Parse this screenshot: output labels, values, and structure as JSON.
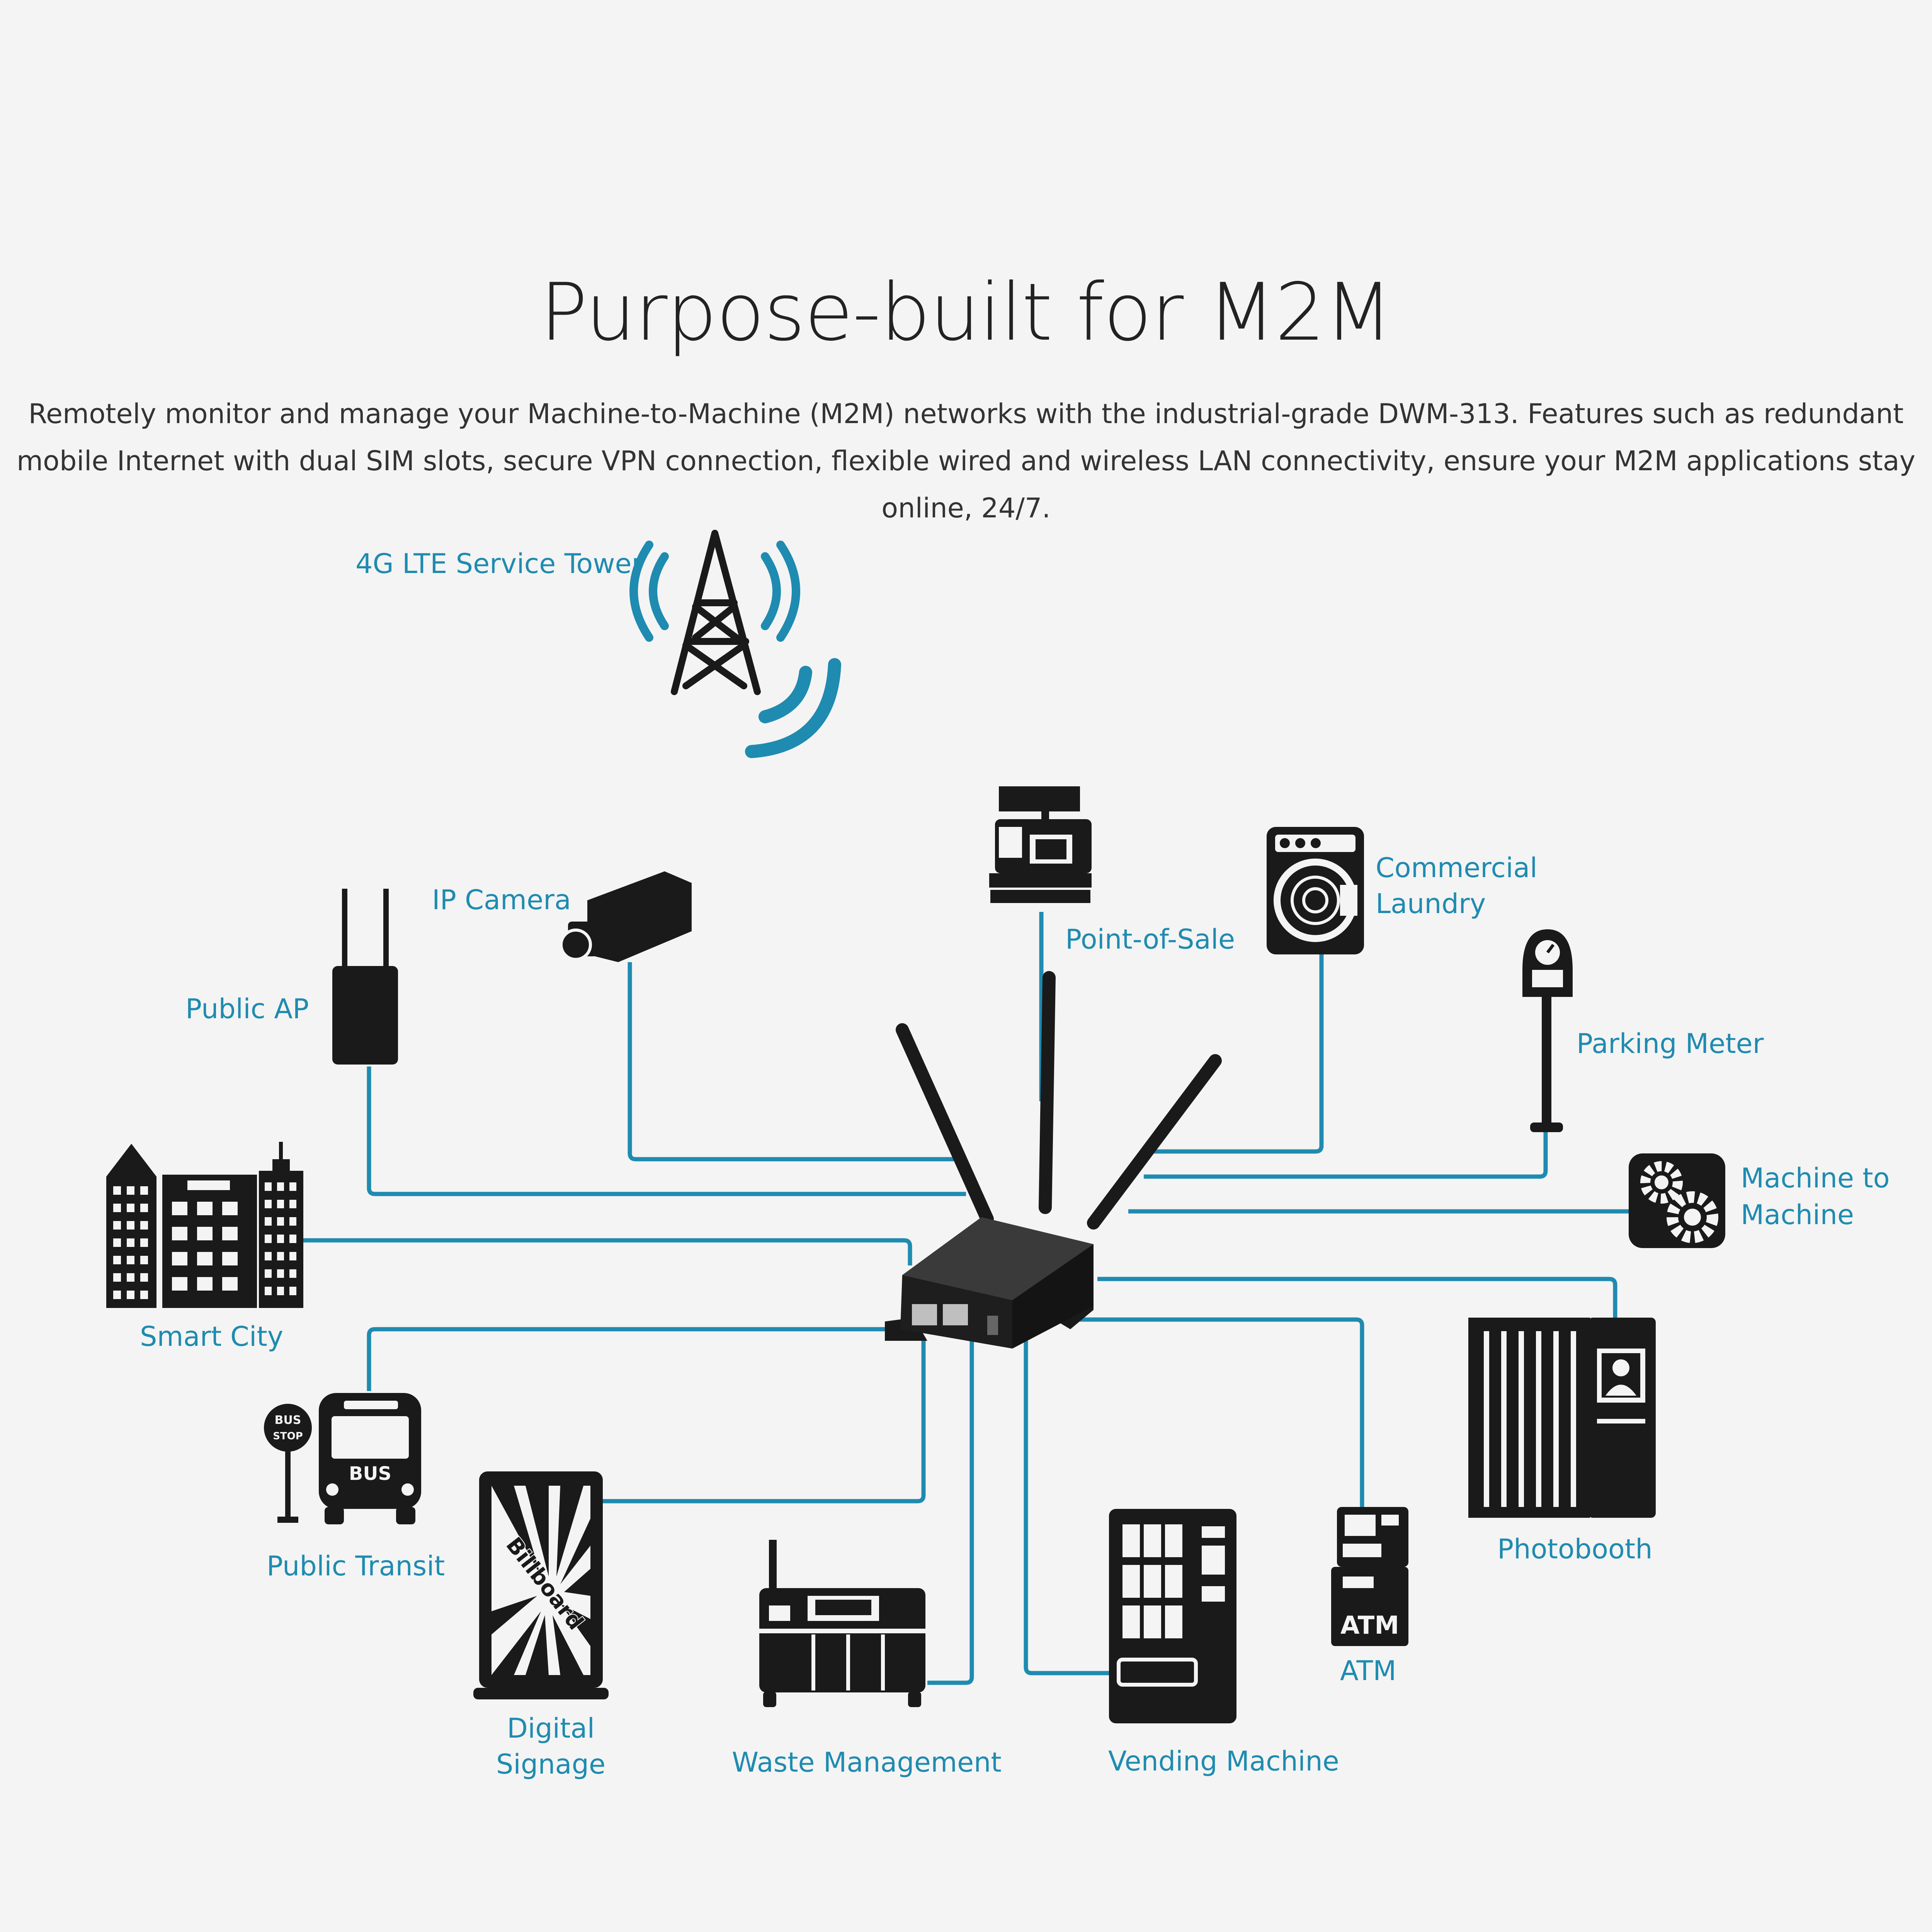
{
  "header": {
    "title": "Purpose-built for M2M",
    "description": "Remotely monitor and manage your Machine-to-Machine (M2M) networks with the industrial-grade DWM-313. Features such as redundant mobile Internet with dual SIM slots, secure VPN connection, flexible wired and wireless LAN connectivity, ensure your M2M applications stay online, 24/7."
  },
  "colors": {
    "accent": "#1f8bb0",
    "icon": "#1a1a1a",
    "background": "#f4f4f4"
  },
  "diagram": {
    "tower_label": "4G LTE Service Tower",
    "nodes": {
      "public_ap": "Public AP",
      "ip_camera": "IP Camera",
      "point_of_sale": "Point-of-Sale",
      "laundry_1": "Commercial",
      "laundry_2": "Laundry",
      "parking_meter": "Parking Meter",
      "m2m_1": "Machine to",
      "m2m_2": "Machine",
      "smart_city": "Smart City",
      "public_transit": "Public Transit",
      "signage_1": "Digital",
      "signage_2": "Signage",
      "waste": "Waste Management",
      "vending": "Vending Machine",
      "atm": "ATM",
      "photobooth": "Photobooth"
    },
    "icon_text": {
      "bus_stop_1": "BUS",
      "bus_stop_2": "STOP",
      "bus": "BUS",
      "billboard": "Billboard",
      "atm_screen": "ATM"
    }
  }
}
